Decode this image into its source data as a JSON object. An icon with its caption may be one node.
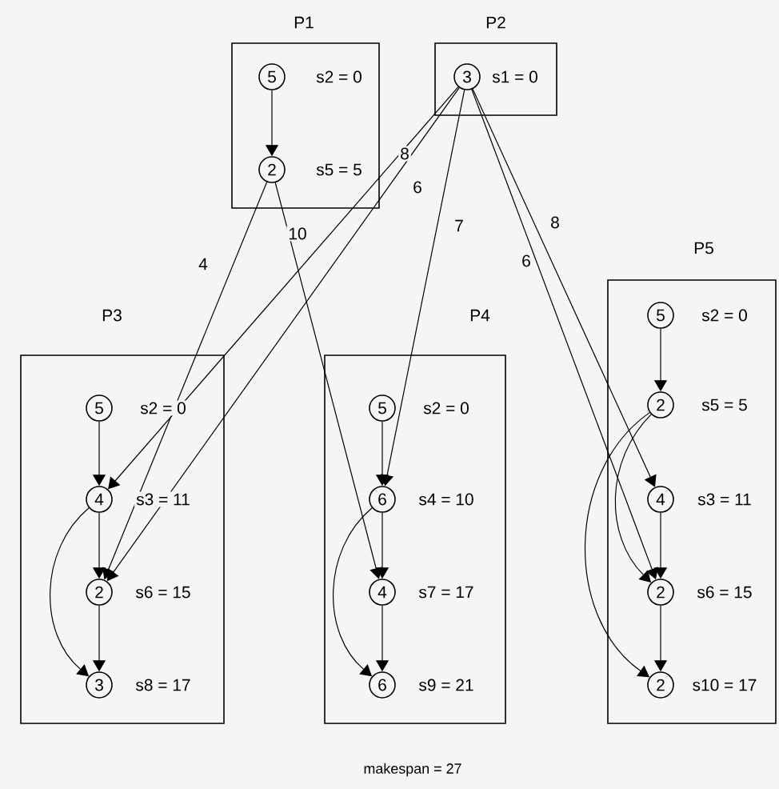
{
  "diagram": {
    "nodes": [
      {
        "text": [
          "P1"
        ]
      },
      {
        "text": [
          "5"
        ],
        "in": 0,
        "beside": [
          "s2 = 0"
        ]
      },
      {
        "text": [
          "2"
        ],
        "in": 0,
        "beside": [
          "s5 = 5"
        ]
      },
      {
        "text": [
          "P2"
        ]
      },
      {
        "text": [
          "3"
        ],
        "in": 3,
        "beside": [
          "s1 = 0"
        ]
      },
      {
        "text": [
          "P3"
        ]
      },
      {
        "text": [
          "5"
        ],
        "in": 5,
        "beside": [
          "s2 = 0"
        ]
      },
      {
        "text": [
          "4"
        ],
        "in": 5,
        "beside": [
          "s3 = 11"
        ]
      },
      {
        "text": [
          "2"
        ],
        "in": 5,
        "beside": [
          "s6 = 15"
        ]
      },
      {
        "text": [
          "3"
        ],
        "in": 5,
        "beside": [
          "s8 = 17"
        ]
      },
      {
        "text": [
          "P4"
        ]
      },
      {
        "text": [
          "5"
        ],
        "in": 10,
        "beside": [
          "s2 = 0"
        ]
      },
      {
        "text": [
          "6"
        ],
        "in": 10,
        "beside": [
          "s4 = 10"
        ]
      },
      {
        "text": [
          "4"
        ],
        "in": 10,
        "beside": [
          "s7 = 17"
        ]
      },
      {
        "text": [
          "6"
        ],
        "in": 10,
        "beside": [
          "s9 = 21"
        ]
      },
      {
        "text": [
          "P5"
        ]
      },
      {
        "text": [
          "5"
        ],
        "in": 15,
        "beside": [
          "s2 = 0"
        ]
      },
      {
        "text": [
          "2"
        ],
        "in": 15,
        "beside": [
          "s5 = 5"
        ]
      },
      {
        "text": [
          "4"
        ],
        "in": 15,
        "beside": [
          "s3 = 11"
        ]
      },
      {
        "text": [
          "2"
        ],
        "in": 15,
        "beside": [
          "s6 = 15"
        ]
      },
      {
        "text": [
          "2"
        ],
        "in": 15,
        "beside": [
          "s10 = 17"
        ]
      }
    ],
    "edges": [
      {
        "from": 1,
        "to": 2,
        "arrow": "to"
      },
      {
        "from": 6,
        "to": 7,
        "arrow": "to"
      },
      {
        "from": 7,
        "to": 8,
        "arrow": "to"
      },
      {
        "from": 8,
        "to": 9,
        "arrow": "to"
      },
      {
        "from": 7,
        "to": 9,
        "arrow": "to"
      },
      {
        "from": 11,
        "to": 12,
        "arrow": "to"
      },
      {
        "from": 12,
        "to": 13,
        "arrow": "to"
      },
      {
        "from": 13,
        "to": 14,
        "arrow": "to"
      },
      {
        "from": 12,
        "to": 14,
        "arrow": "to"
      },
      {
        "from": 16,
        "to": 17,
        "arrow": "to"
      },
      {
        "from": 17,
        "to": 19,
        "arrow": "to"
      },
      {
        "from": 18,
        "to": 19,
        "arrow": "to"
      },
      {
        "from": 19,
        "to": 20,
        "arrow": "to"
      },
      {
        "from": 17,
        "to": 20,
        "arrow": "to"
      },
      {
        "from": 2,
        "to": 8,
        "arrow": "to",
        "label": "4"
      },
      {
        "from": 2,
        "to": 13,
        "arrow": "to",
        "label": "10"
      },
      {
        "from": 4,
        "to": 7,
        "arrow": "to",
        "label": "8"
      },
      {
        "from": 4,
        "to": 8,
        "arrow": "to",
        "label": "6"
      },
      {
        "from": 4,
        "to": 12,
        "arrow": "to",
        "label": "7"
      },
      {
        "from": 4,
        "to": 18,
        "arrow": "to",
        "label": "8"
      },
      {
        "from": 4,
        "to": 19,
        "arrow": "to",
        "label": "6"
      }
    ],
    "labels": [
      "makespan = 27"
    ]
  }
}
